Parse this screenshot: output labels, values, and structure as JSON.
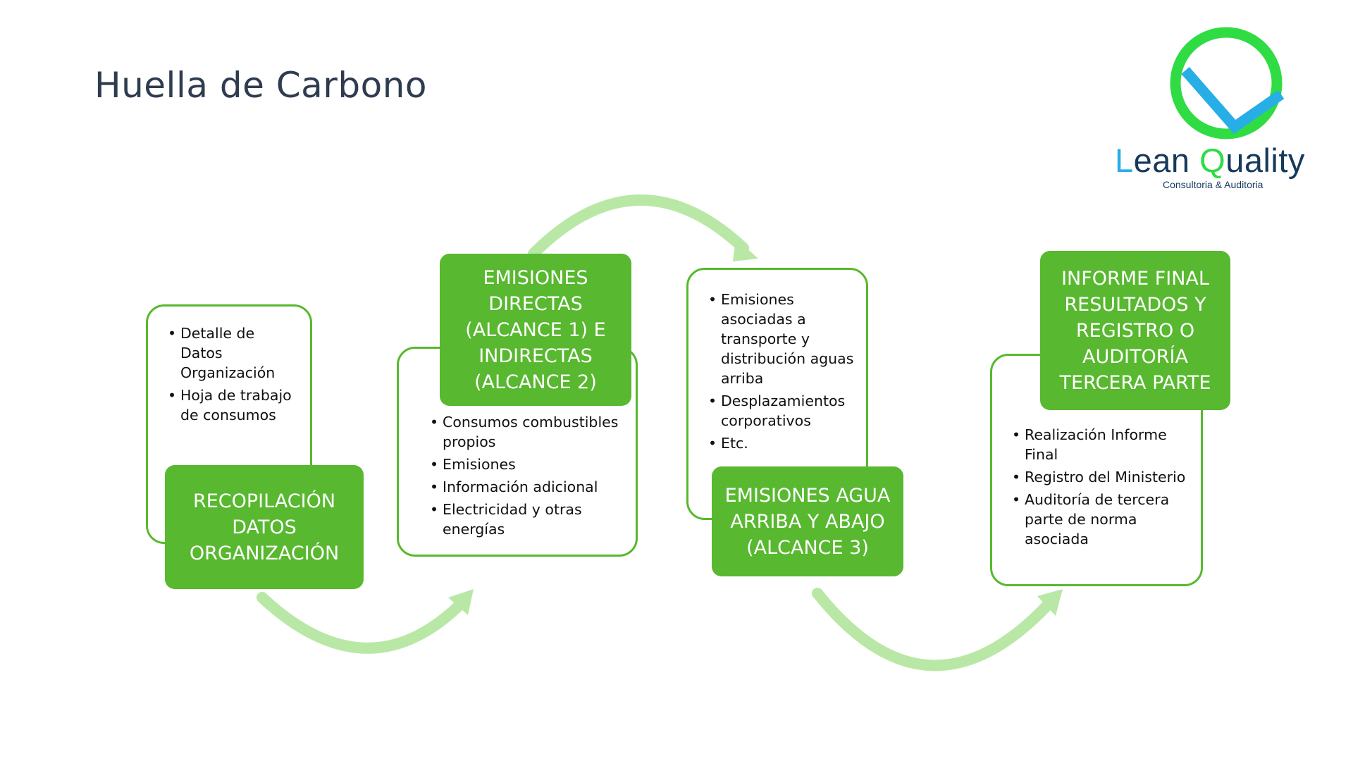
{
  "title": "Huella de Carbono",
  "logo": {
    "first": "L",
    "rest1": "ean ",
    "second": "Q",
    "rest2": "uality",
    "subtitle": "Consultoria & Auditoria"
  },
  "colors": {
    "green": "#58b82f",
    "arrow": "#b9e8a6",
    "logo_green": "#2fdc43",
    "logo_blue": "#28aee6",
    "title": "#2f3b4f"
  },
  "steps": [
    {
      "heading": "RECOPILACIÓN DATOS ORGANIZACIÓN",
      "bullets": [
        "Detalle de Datos Organización",
        "Hoja de trabajo de consumos"
      ]
    },
    {
      "heading": "EMISIONES DIRECTAS (ALCANCE 1) E INDIRECTAS (ALCANCE 2)",
      "bullets": [
        "Consumos combustibles propios",
        "Emisiones",
        "Información adicional",
        "Electricidad y otras energías"
      ]
    },
    {
      "heading": "EMISIONES AGUA ARRIBA Y ABAJO (ALCANCE 3)",
      "bullets": [
        "Emisiones asociadas a transporte y distribución aguas arriba",
        "Desplazamientos corporativos",
        "Etc."
      ]
    },
    {
      "heading": "INFORME FINAL RESULTADOS Y REGISTRO O AUDITORÍA TERCERA PARTE",
      "bullets": [
        "Realización Informe Final",
        "Registro del Ministerio",
        "Auditoría de tercera parte de norma asociada"
      ]
    }
  ]
}
